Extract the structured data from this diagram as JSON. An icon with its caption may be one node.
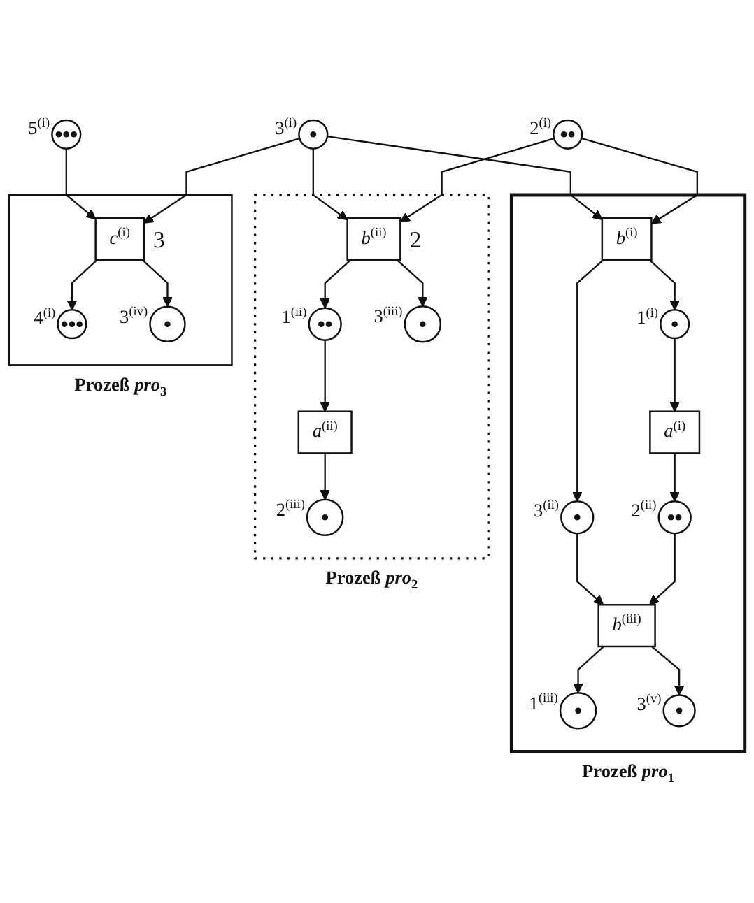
{
  "diagram": {
    "nodes": [
      {
        "text": [
          "2$^{(i)}$"
        ]
      },
      {
        "text": [
          "3$^{(i)}$"
        ]
      },
      {
        "text": [
          "5$^{(i)}$"
        ]
      },
      {
        "text": [
          "**Prozeß *pro*$_{1}$**"
        ]
      },
      {
        "text": [
          "*b*$^{(i)}$"
        ],
        "in": 3
      },
      {
        "text": [
          "1$^{(i)}$"
        ],
        "in": 3
      },
      {
        "text": [
          "3$^{(ii)}$"
        ],
        "in": 3
      },
      {
        "text": [
          "*a*$^{(i)}$"
        ],
        "in": 3
      },
      {
        "text": [
          "2$^{(ii)}$"
        ],
        "in": 3
      },
      {
        "text": [
          "*b*$^{(iii)}$"
        ],
        "in": 3
      },
      {
        "text": [
          "1$^{(iii)}$"
        ],
        "in": 3
      },
      {
        "text": [
          "3$^{(v)}$"
        ],
        "in": 3
      },
      {
        "text": [
          "**Prozeß *pro*$_{2}$**"
        ]
      },
      {
        "text": [
          "*b*$^{(ii)}$"
        ],
        "beside": [
          "2"
        ],
        "in": 12
      },
      {
        "text": [
          "1$^{(ii)}$"
        ],
        "in": 12
      },
      {
        "text": [
          "3$^{(iii)}$"
        ],
        "in": 12
      },
      {
        "text": [
          "*a*$^{(ii)}$"
        ],
        "in": 12
      },
      {
        "text": [
          "2$^{(iii)}$"
        ],
        "in": 12
      },
      {
        "text": [
          "**Prozeß *pro*$_{3}$**"
        ]
      },
      {
        "text": [
          "*c*$^{(i)}$"
        ],
        "beside": [
          "3"
        ],
        "in": 18
      },
      {
        "text": [
          "4$^{(i)}$"
        ],
        "in": 18
      },
      {
        "text": [
          "3$^{(iv)}$"
        ],
        "in": 18
      }
    ],
    "edges": [
      {
        "from": 0,
        "to": 4,
        "arrow": "to"
      },
      {
        "from": 0,
        "to": 13,
        "arrow": "to"
      },
      {
        "from": 1,
        "to": 4,
        "arrow": "to"
      },
      {
        "from": 1,
        "to": 13,
        "arrow": "to"
      },
      {
        "from": 1,
        "to": 19,
        "arrow": "to"
      },
      {
        "from": 2,
        "to": 19,
        "arrow": "to"
      },
      {
        "from": 4,
        "to": 5,
        "arrow": "to"
      },
      {
        "from": 4,
        "to": 6,
        "arrow": "to"
      },
      {
        "from": 5,
        "to": 7,
        "arrow": "to"
      },
      {
        "from": 7,
        "to": 8,
        "arrow": "to"
      },
      {
        "from": 8,
        "to": 9,
        "arrow": "to"
      },
      {
        "from": 6,
        "to": 9,
        "arrow": "to"
      },
      {
        "from": 9,
        "to": 10,
        "arrow": "to"
      },
      {
        "from": 9,
        "to": 11,
        "arrow": "to"
      },
      {
        "from": 13,
        "to": 14,
        "arrow": "to"
      },
      {
        "from": 13,
        "to": 15,
        "arrow": "to"
      },
      {
        "from": 14,
        "to": 16,
        "arrow": "to"
      },
      {
        "from": 16,
        "to": 17,
        "arrow": "to"
      },
      {
        "from": 19,
        "to": 20,
        "arrow": "to"
      },
      {
        "from": 19,
        "to": 21,
        "arrow": "to"
      }
    ]
  }
}
